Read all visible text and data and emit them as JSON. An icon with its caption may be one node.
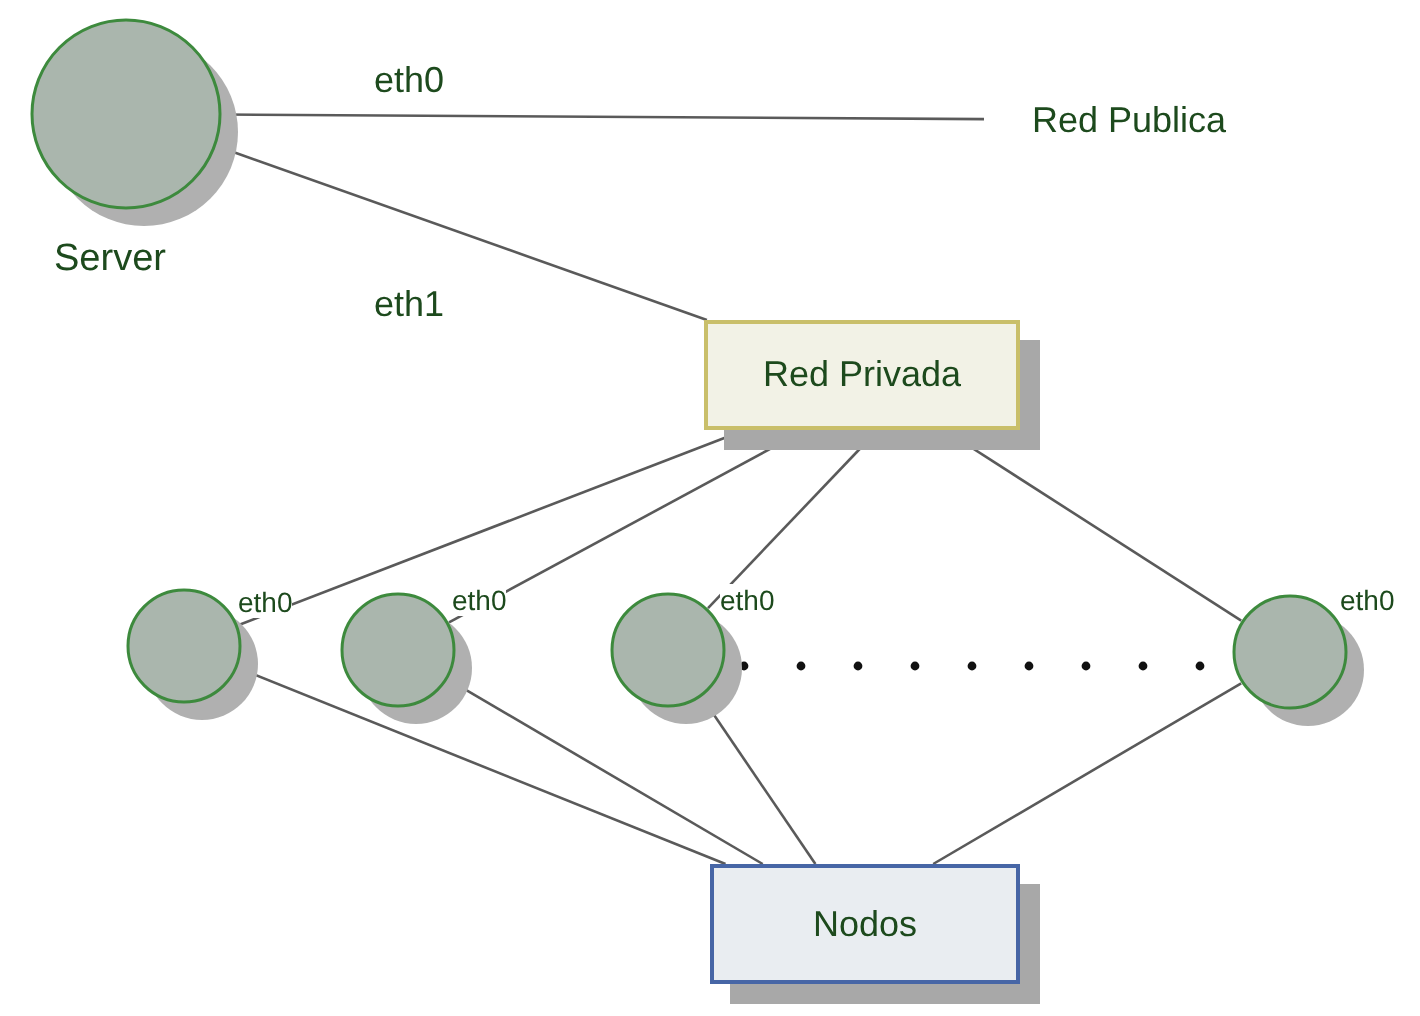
{
  "diagram": {
    "nodes": [
      {
        "text": [],
        "shape": "circle",
        "beside": [
          "Server"
        ]
      },
      {
        "text": [
          "Red Publica"
        ]
      },
      {
        "text": [
          "Red Privada"
        ]
      },
      {
        "text": [],
        "shape": "circle",
        "beside": [
          "eth0"
        ]
      },
      {
        "text": [],
        "shape": "circle",
        "beside": [
          "eth0"
        ]
      },
      {
        "text": [],
        "shape": "circle",
        "beside": [
          "eth0"
        ]
      },
      {
        "text": [],
        "shape": "circle",
        "beside": [
          "eth0"
        ]
      },
      {
        "text": [
          "Nodos"
        ]
      }
    ],
    "edges": [
      {
        "from": 0,
        "to": 1,
        "arrow": "none",
        "label": "eth0"
      },
      {
        "from": 0,
        "to": 2,
        "arrow": "none",
        "label": "eth1"
      },
      {
        "from": 2,
        "to": 3,
        "arrow": "none"
      },
      {
        "from": 2,
        "to": 4,
        "arrow": "none"
      },
      {
        "from": 2,
        "to": 5,
        "arrow": "none"
      },
      {
        "from": 2,
        "to": 6,
        "arrow": "none"
      },
      {
        "from": 3,
        "to": 7,
        "arrow": "none"
      },
      {
        "from": 4,
        "to": 7,
        "arrow": "none"
      },
      {
        "from": 5,
        "to": 7,
        "arrow": "none"
      },
      {
        "from": 6,
        "to": 7,
        "arrow": "none"
      }
    ]
  }
}
